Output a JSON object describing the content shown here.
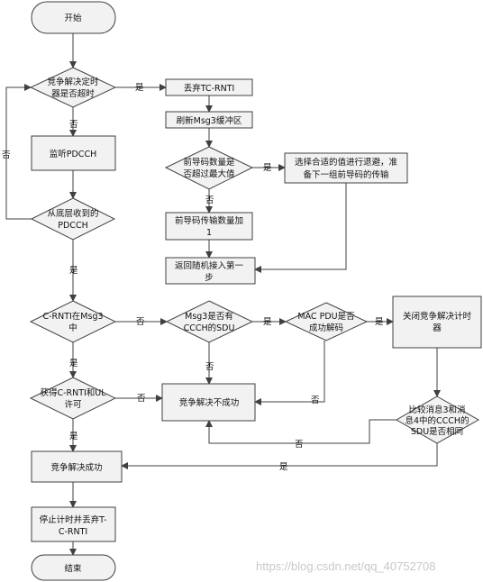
{
  "flowchart": {
    "nodes": {
      "start": "开始",
      "timer_expired": [
        "竞争解决定时",
        "器是否超时"
      ],
      "discard_tc_rnti": "丢弃TC-RNTI",
      "refresh_msg3": "刷新Msg3缓冲区",
      "monitor_pdcch": "监听PDCCH",
      "preamble_max": [
        "前导码数量是",
        "否超过最大值"
      ],
      "backoff": [
        "选择合适的值进行退避，准",
        "备下一组前导码的传输"
      ],
      "preamble_inc": [
        "前导码传输数量加",
        "1"
      ],
      "pdcch_from_lower": [
        "从底层收到的",
        "PDCCH"
      ],
      "return_random_access": [
        "返回随机接入第一",
        "步"
      ],
      "crnti_in_msg3": [
        "C-RNTI在Msg3",
        "中"
      ],
      "msg3_has_ccch": [
        "Msg3是否有",
        "CCCH的SDU"
      ],
      "mac_pdu_decoded": [
        "MAC PDU是否",
        "成功解码"
      ],
      "stop_contention_timer": [
        "关闭竞争解决计时",
        "器"
      ],
      "got_crnti_ul": [
        "获得C-RNTI和UL",
        "许可"
      ],
      "contention_fail": "竞争解决不成功",
      "compare_sdu": [
        "比较消息3和消",
        "息4中的CCCH的",
        "SDU是否相同"
      ],
      "contention_success": "竞争解决成功",
      "stop_timer_discard": [
        "停止计时并丢弃T-",
        "C-RNTI"
      ],
      "end": "结束"
    },
    "edge_labels": {
      "yes": "是",
      "no": "否"
    }
  },
  "watermark": "https://blog.csdn.net/qq_40752708"
}
